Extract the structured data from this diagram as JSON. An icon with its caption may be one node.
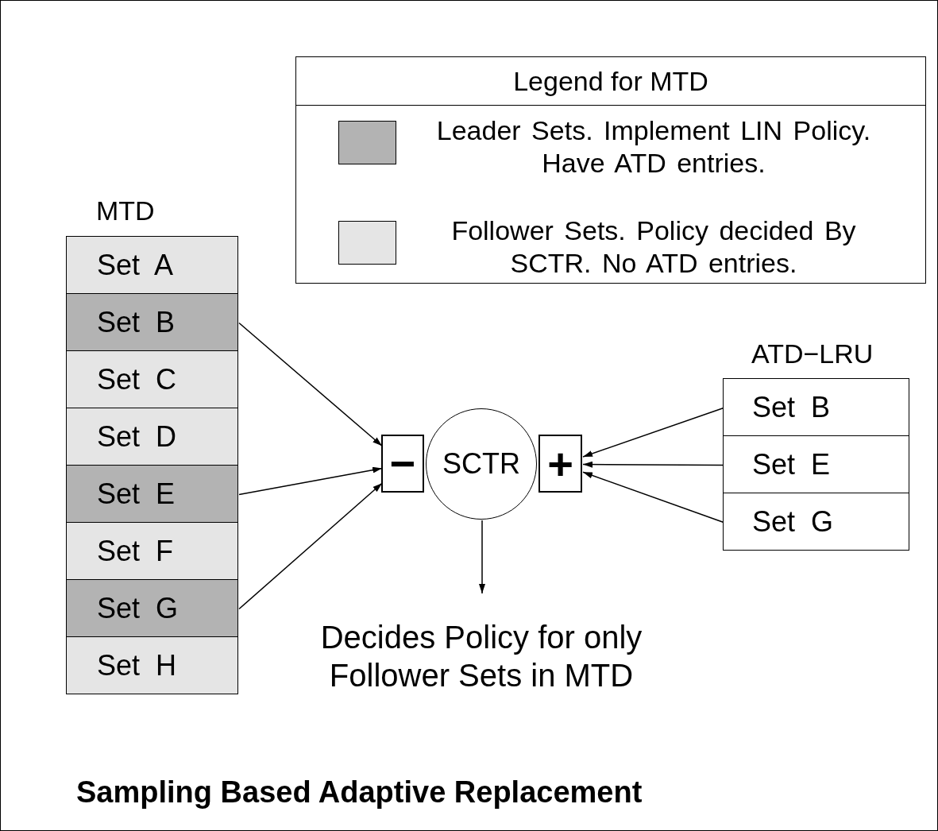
{
  "diagram": {
    "caption": "Sampling Based Adaptive Replacement",
    "nodes": [
      {
        "text": [
          "MTD"
        ]
      },
      {
        "text": [
          "Set A"
        ],
        "in": 0
      },
      {
        "text": [
          "Set B"
        ],
        "in": 0
      },
      {
        "text": [
          "Set C"
        ],
        "in": 0
      },
      {
        "text": [
          "Set D"
        ],
        "in": 0
      },
      {
        "text": [
          "Set E"
        ],
        "in": 0
      },
      {
        "text": [
          "Set F"
        ],
        "in": 0
      },
      {
        "text": [
          "Set G"
        ],
        "in": 0
      },
      {
        "text": [
          "Set H"
        ],
        "in": 0
      },
      {
        "text": [
          "−"
        ]
      },
      {
        "text": [
          "SCTR"
        ]
      },
      {
        "text": [
          "+"
        ]
      },
      {
        "text": [
          "ATD−LRU"
        ]
      },
      {
        "text": [
          "Set B"
        ],
        "in": 12
      },
      {
        "text": [
          "Set E"
        ],
        "in": 12
      },
      {
        "text": [
          "Set G"
        ],
        "in": 12
      },
      {
        "text": [
          "Decides Policy for only Follower Sets in MTD"
        ]
      }
    ],
    "edges": [
      {
        "from": 2,
        "to": 9,
        "arrow": "to"
      },
      {
        "from": 5,
        "to": 9,
        "arrow": "to"
      },
      {
        "from": 7,
        "to": 9,
        "arrow": "to"
      },
      {
        "from": 13,
        "to": 11,
        "arrow": "to"
      },
      {
        "from": 14,
        "to": 11,
        "arrow": "to"
      },
      {
        "from": 15,
        "to": 11,
        "arrow": "to"
      },
      {
        "from": 10,
        "to": 16,
        "arrow": "to"
      }
    ],
    "labels": [
      "Legend for MTD"
    ],
    "legend": [
      {
        "text": "Leader Sets. Implement LIN Policy. Have ATD entries.",
        "color": "#b3b3b3"
      },
      {
        "text": "Follower Sets. Policy decided By SCTR. No ATD entries.",
        "color": "#e5e5e5"
      }
    ]
  }
}
